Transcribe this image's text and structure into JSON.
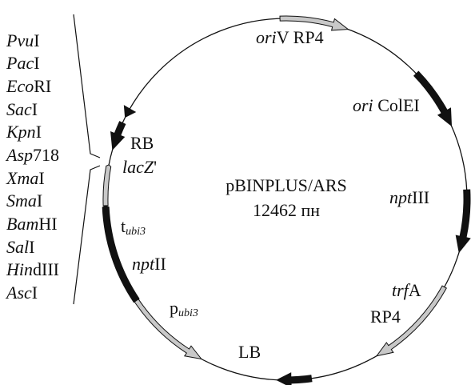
{
  "plasmid": {
    "name": "pBINPLUS/ARS",
    "size": "12462 пн"
  },
  "colors": {
    "line": "#111111",
    "feature_dark": "#111111",
    "feature_light": "#c8c8c8"
  },
  "restriction_sites": [
    {
      "italic": "Pvu",
      "roman": "I"
    },
    {
      "italic": "Pac",
      "roman": "I"
    },
    {
      "italic": "Eco",
      "roman": "RI"
    },
    {
      "italic": "Sac",
      "roman": "I"
    },
    {
      "italic": "Kpn",
      "roman": "I"
    },
    {
      "italic": "Asp",
      "roman": "718"
    },
    {
      "italic": "Xma",
      "roman": "I"
    },
    {
      "italic": "Sma",
      "roman": "I"
    },
    {
      "italic": "Bam",
      "roman": "HI"
    },
    {
      "italic": "Sal",
      "roman": "I"
    },
    {
      "italic": "Hin",
      "roman": "dIII"
    },
    {
      "italic": "Asc",
      "roman": "I"
    }
  ],
  "features": {
    "oriV": {
      "italic": "ori",
      "roman": "V RP4"
    },
    "oriColE1": {
      "italic": "ori",
      "roman": " ColEI"
    },
    "nptIII": {
      "italic": "npt",
      "roman": "III"
    },
    "trfA": {
      "italic": "trf",
      "roman": "A"
    },
    "rp4": "RP4",
    "lb": "LB",
    "pubi3": {
      "main": "p",
      "sub": "ubi3"
    },
    "nptII": {
      "italic": "npt",
      "roman": "II"
    },
    "tubi3": {
      "main": "t",
      "sub": "ubi3"
    },
    "lacZ": {
      "italic": "lacZ",
      "roman": "'"
    },
    "rb": "RB"
  }
}
